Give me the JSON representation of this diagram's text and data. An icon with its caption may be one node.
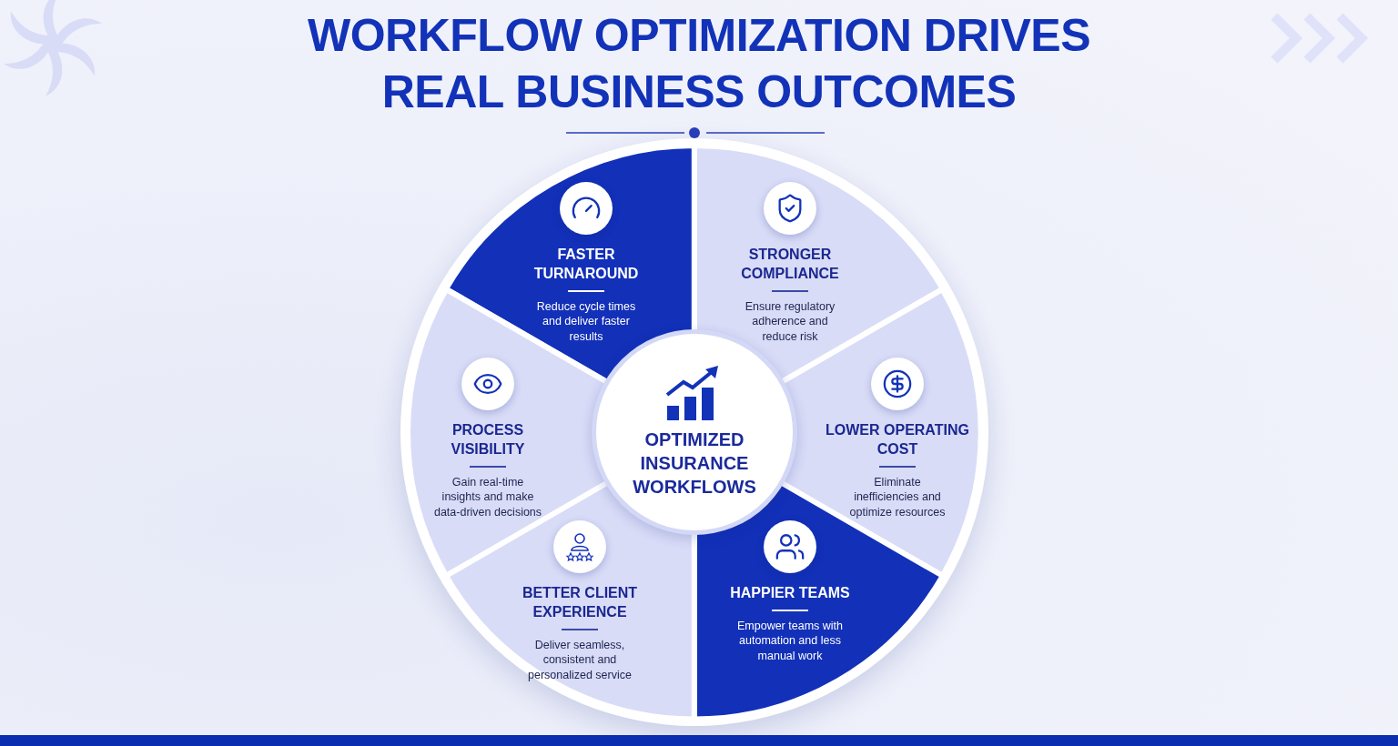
{
  "diagram": {
    "title": "WORKFLOW OPTIMIZATION DRIVES REAL BUSINESS OUTCOMES",
    "nodes": [
      {
        "text": [
          "FASTER TURNAROUND",
          "Reduce cycle times and deliver faster results"
        ]
      },
      {
        "text": [
          "STRONGER COMPLIANCE",
          "Ensure regulatory adherence and reduce risk"
        ]
      },
      {
        "text": [
          "PROCESS VISIBILITY",
          "Gain real-time insights and make data-driven decisions"
        ]
      },
      {
        "text": [
          "OPTIMIZED INSURANCE WORKFLOWS"
        ]
      },
      {
        "text": [
          "LOWER OPERATING COST",
          "Eliminate inefficiencies and optimize resources"
        ]
      },
      {
        "text": [
          "BETTER CLIENT EXPERIENCE",
          "Deliver seamless, consistent and personalized service"
        ]
      },
      {
        "text": [
          "HAPPIER TEAMS",
          "Empower teams with automation and less manual work"
        ]
      }
    ]
  }
}
